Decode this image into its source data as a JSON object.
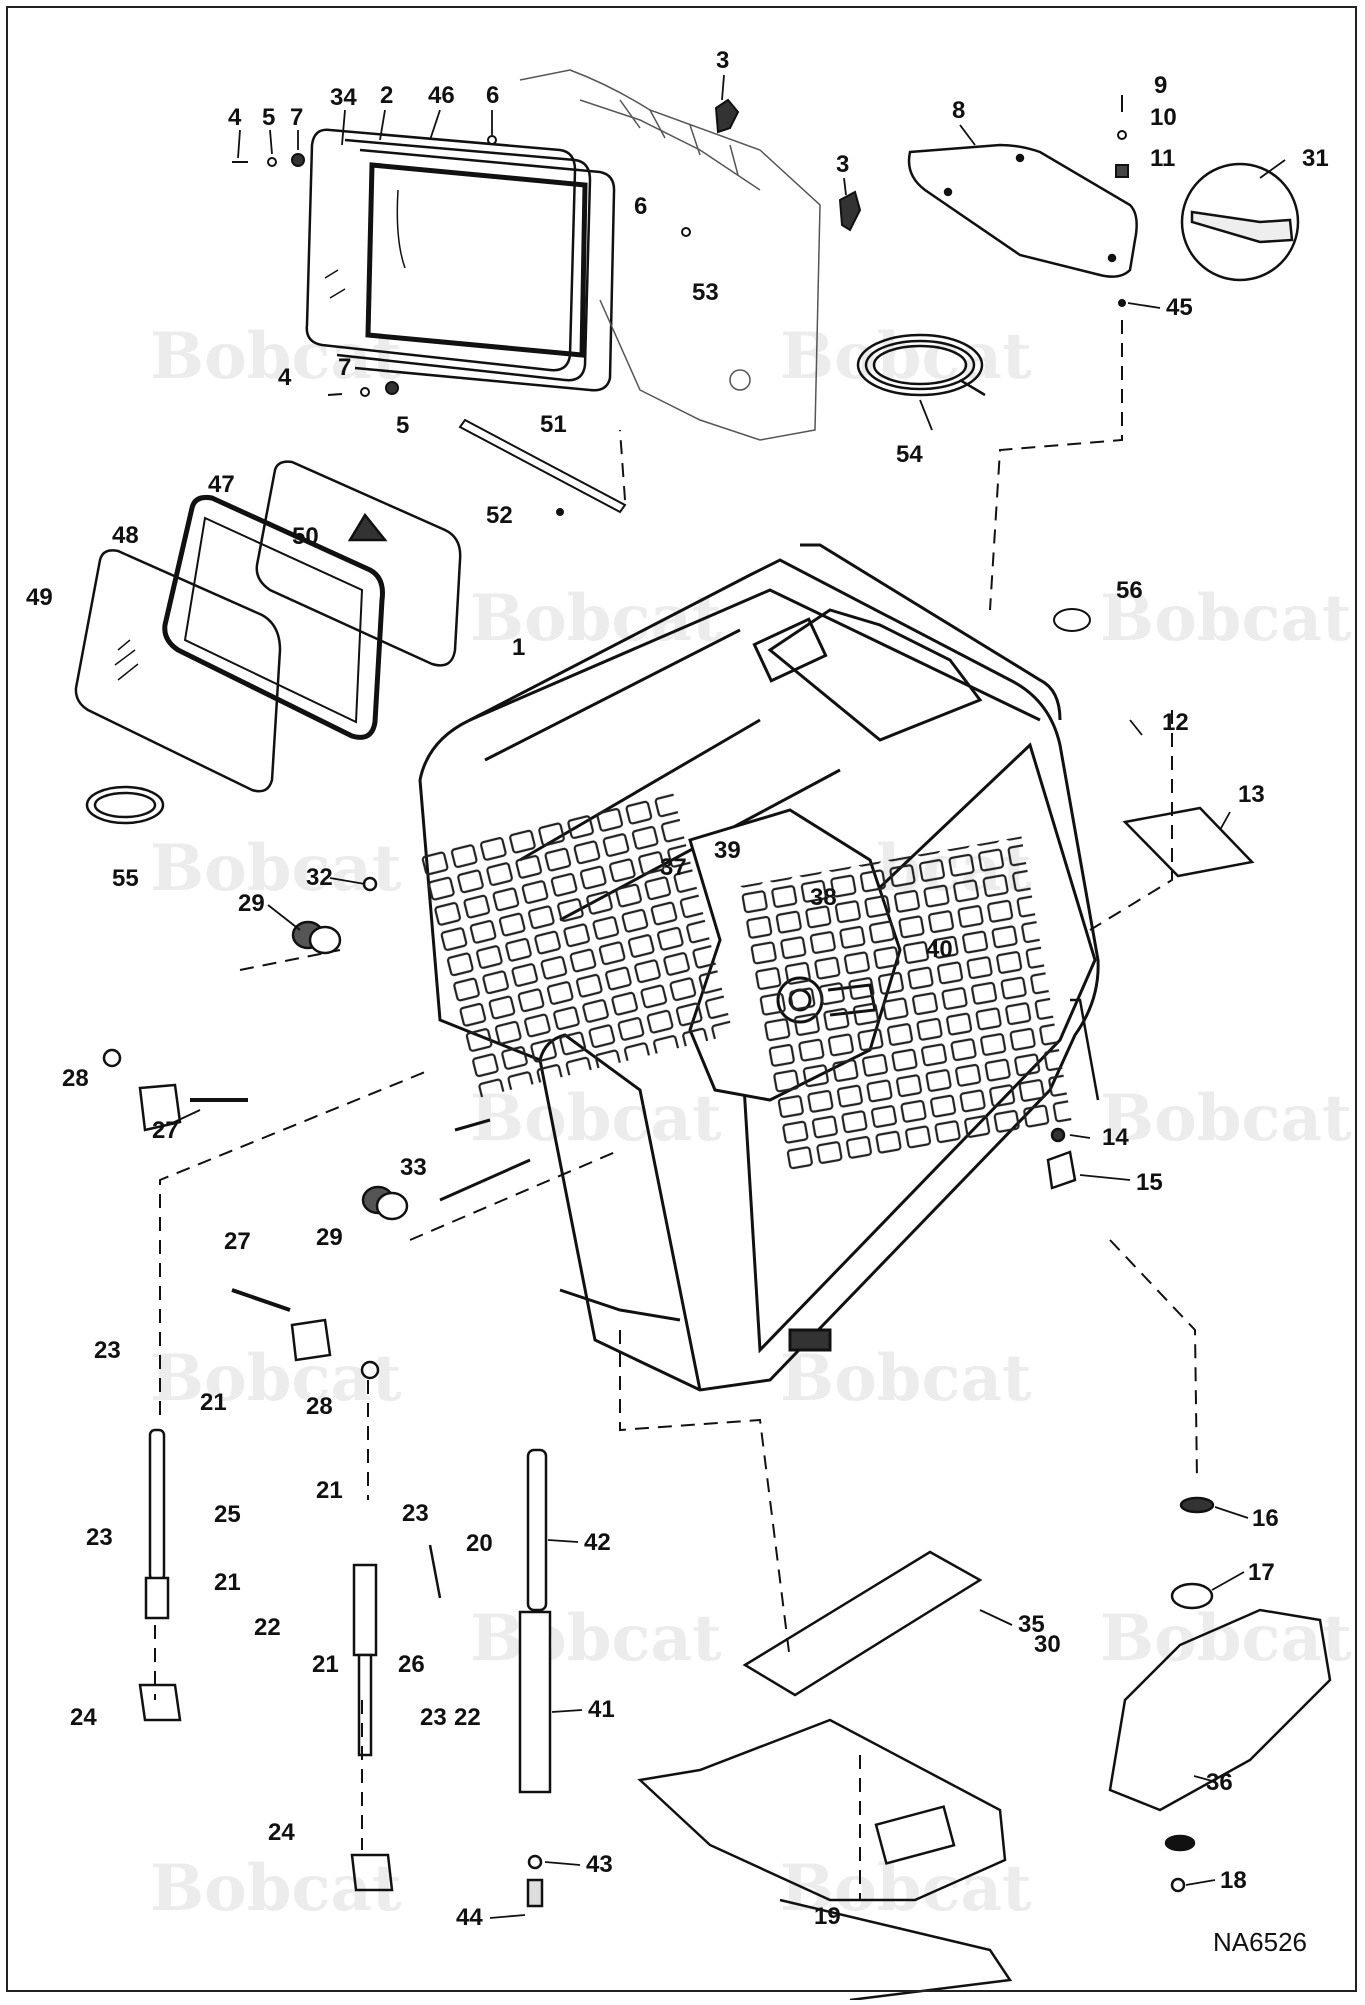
{
  "watermark": "Bobcat",
  "drawing_number": "NA6526",
  "callouts": [
    "1",
    "2",
    "3",
    "4",
    "5",
    "6",
    "7",
    "8",
    "9",
    "10",
    "11",
    "12",
    "13",
    "14",
    "15",
    "16",
    "17",
    "18",
    "19",
    "20",
    "21",
    "22",
    "23",
    "24",
    "25",
    "26",
    "27",
    "28",
    "29",
    "30",
    "31",
    "32",
    "33",
    "34",
    "35",
    "36",
    "37",
    "38",
    "39",
    "40",
    "41",
    "42",
    "43",
    "44",
    "45",
    "46",
    "47",
    "48",
    "49",
    "50",
    "51",
    "52",
    "53",
    "54",
    "55",
    "56"
  ],
  "labels": [
    {
      "id": "l4a",
      "text": "4"
    },
    {
      "id": "l5a",
      "text": "5"
    },
    {
      "id": "l7a",
      "text": "7"
    },
    {
      "id": "l34",
      "text": "34"
    },
    {
      "id": "l2",
      "text": "2"
    },
    {
      "id": "l46",
      "text": "46"
    },
    {
      "id": "l6a",
      "text": "6"
    },
    {
      "id": "l3a",
      "text": "3"
    },
    {
      "id": "l3b",
      "text": "3"
    },
    {
      "id": "l6b",
      "text": "6"
    },
    {
      "id": "l53",
      "text": "53"
    },
    {
      "id": "l4b",
      "text": "4"
    },
    {
      "id": "l7b",
      "text": "7"
    },
    {
      "id": "l5b",
      "text": "5"
    },
    {
      "id": "l51",
      "text": "51"
    },
    {
      "id": "l52",
      "text": "52"
    },
    {
      "id": "l8",
      "text": "8"
    },
    {
      "id": "l9",
      "text": "9"
    },
    {
      "id": "l10",
      "text": "10"
    },
    {
      "id": "l11",
      "text": "11"
    },
    {
      "id": "l31",
      "text": "31"
    },
    {
      "id": "l45",
      "text": "45"
    },
    {
      "id": "l54",
      "text": "54"
    },
    {
      "id": "l47",
      "text": "47"
    },
    {
      "id": "l48",
      "text": "48"
    },
    {
      "id": "l49",
      "text": "49"
    },
    {
      "id": "l50",
      "text": "50"
    },
    {
      "id": "l55",
      "text": "55"
    },
    {
      "id": "l1",
      "text": "1"
    },
    {
      "id": "l56",
      "text": "56"
    },
    {
      "id": "l12",
      "text": "12"
    },
    {
      "id": "l13",
      "text": "13"
    },
    {
      "id": "l32",
      "text": "32"
    },
    {
      "id": "l29a",
      "text": "29"
    },
    {
      "id": "l37",
      "text": "37"
    },
    {
      "id": "l39",
      "text": "39"
    },
    {
      "id": "l38",
      "text": "38"
    },
    {
      "id": "l40",
      "text": "40"
    },
    {
      "id": "l28a",
      "text": "28"
    },
    {
      "id": "l27a",
      "text": "27"
    },
    {
      "id": "l33",
      "text": "33"
    },
    {
      "id": "l14",
      "text": "14"
    },
    {
      "id": "l15",
      "text": "15"
    },
    {
      "id": "l29b",
      "text": "29"
    },
    {
      "id": "l27b",
      "text": "27"
    },
    {
      "id": "l28b",
      "text": "28"
    },
    {
      "id": "l23a",
      "text": "23"
    },
    {
      "id": "l21a",
      "text": "21"
    },
    {
      "id": "l25",
      "text": "25"
    },
    {
      "id": "l23b",
      "text": "23"
    },
    {
      "id": "l21b",
      "text": "21"
    },
    {
      "id": "l22a",
      "text": "22"
    },
    {
      "id": "l24a",
      "text": "24"
    },
    {
      "id": "l21c",
      "text": "21"
    },
    {
      "id": "l23c",
      "text": "23"
    },
    {
      "id": "l20",
      "text": "20"
    },
    {
      "id": "l26",
      "text": "26"
    },
    {
      "id": "l21d",
      "text": "21"
    },
    {
      "id": "l23d",
      "text": "23"
    },
    {
      "id": "l22b",
      "text": "22"
    },
    {
      "id": "l24b",
      "text": "24"
    },
    {
      "id": "l42",
      "text": "42"
    },
    {
      "id": "l41",
      "text": "41"
    },
    {
      "id": "l43",
      "text": "43"
    },
    {
      "id": "l44",
      "text": "44"
    },
    {
      "id": "l35",
      "text": "35"
    },
    {
      "id": "l19",
      "text": "19"
    },
    {
      "id": "l16",
      "text": "16"
    },
    {
      "id": "l17",
      "text": "17"
    },
    {
      "id": "l30",
      "text": "30"
    },
    {
      "id": "l36",
      "text": "36"
    },
    {
      "id": "l18",
      "text": "18"
    }
  ]
}
